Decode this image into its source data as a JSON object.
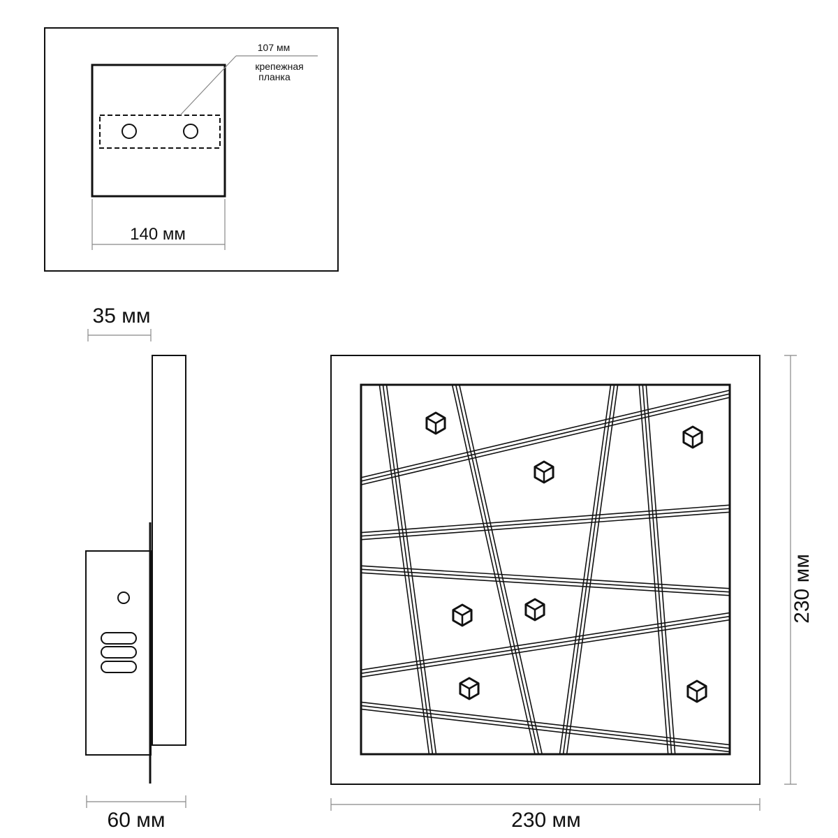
{
  "top_view": {
    "mount_plate_depth": "107 мм",
    "mount_plate_label_line1": "крепежная",
    "mount_plate_label_line2": "планка",
    "width": "140 мм"
  },
  "side_view": {
    "panel_thickness": "35 мм",
    "total_depth": "60 мм"
  },
  "front_view": {
    "width": "230 мм",
    "height": "230 мм"
  },
  "colors": {
    "line": "#111111",
    "dimension": "#888888",
    "background": "#ffffff"
  }
}
